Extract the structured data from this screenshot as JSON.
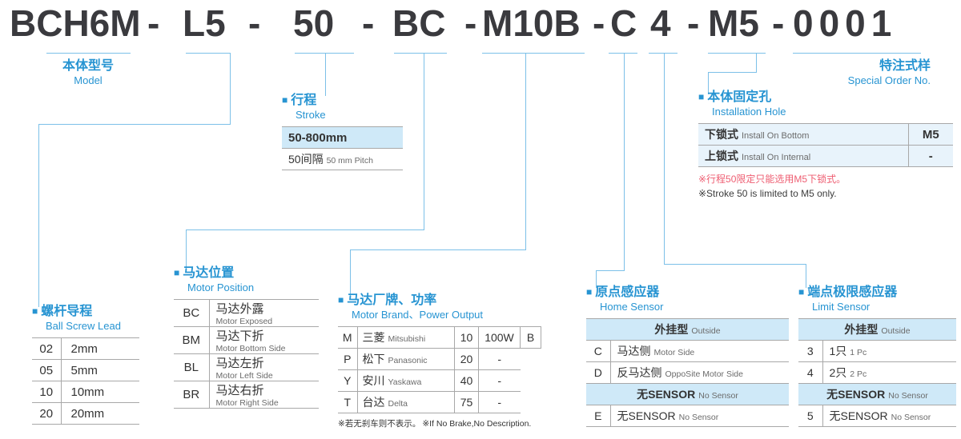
{
  "colors": {
    "accent_blue": "#2794d2",
    "table_header_bg": "#cfe9f8",
    "connector_blue": "#7cc0e8",
    "note_red": "#ee5d71",
    "text_dark": "#333333"
  },
  "icons": {
    "bullet": "■"
  },
  "model_code": {
    "segments": [
      "BCH6M",
      "-",
      "L5",
      "-",
      "50",
      "-",
      "BC",
      "-",
      "M10B",
      "-",
      "C",
      "4",
      "-",
      "M5",
      "-",
      "0001"
    ]
  },
  "sections": {
    "model": {
      "title_zh": "本体型号",
      "title_en": "Model"
    },
    "special_order": {
      "title_zh": "特注式样",
      "title_en": "Special Order No."
    },
    "stroke": {
      "title_zh": "行程",
      "title_en": "Stroke",
      "range": "50-800mm",
      "pitch_zh": "50间隔",
      "pitch_en": "50 mm Pitch"
    },
    "installation_hole": {
      "title_zh": "本体固定孔",
      "title_en": "Installation Hole",
      "rows": [
        {
          "label_zh": "下锁式",
          "label_en": "Install On Bottom",
          "value": "M5"
        },
        {
          "label_zh": "上锁式",
          "label_en": "Install On Internal",
          "value": "-"
        }
      ],
      "note_red": "※行程50限定只能选用M5下锁式。",
      "note_en": "※Stroke 50 is limited to M5 only."
    },
    "ball_screw_lead": {
      "title_zh": "螺杆导程",
      "title_en": "Ball Screw Lead",
      "rows": [
        {
          "code": "02",
          "value": "2mm"
        },
        {
          "code": "05",
          "value": "5mm"
        },
        {
          "code": "10",
          "value": "10mm"
        },
        {
          "code": "20",
          "value": "20mm"
        }
      ]
    },
    "motor_position": {
      "title_zh": "马达位置",
      "title_en": "Motor Position",
      "rows": [
        {
          "code": "BC",
          "zh": "马达外露",
          "en": "Motor Exposed"
        },
        {
          "code": "BM",
          "zh": "马达下折",
          "en": "Motor Bottom Side"
        },
        {
          "code": "BL",
          "zh": "马达左折",
          "en": "Motor Left Side"
        },
        {
          "code": "BR",
          "zh": "马达右折",
          "en": "Motor Right Side"
        }
      ]
    },
    "motor_brand": {
      "title_zh": "马达厂牌、功率",
      "title_en": "Motor Brand、Power Output",
      "rows": [
        {
          "code": "M",
          "brand_zh": "三菱",
          "brand_en": "Mitsubishi",
          "power_code": "10",
          "power": "100W"
        },
        {
          "code": "P",
          "brand_zh": "松下",
          "brand_en": "Panasonic",
          "power_code": "20",
          "power": "-"
        },
        {
          "code": "Y",
          "brand_zh": "安川",
          "brand_en": "Yaskawa",
          "power_code": "40",
          "power": "-"
        },
        {
          "code": "T",
          "brand_zh": "台达",
          "brand_en": "Delta",
          "power_code": "75",
          "power": "-"
        }
      ],
      "brake_code": "B",
      "note_zh": "※若无刹车则不表示。",
      "note_en": "※If No Brake,No Description."
    },
    "home_sensor": {
      "title_zh": "原点感应器",
      "title_en": "Home Sensor",
      "group_outside_zh": "外挂型",
      "group_outside_en": "Outside",
      "outside_rows": [
        {
          "code": "C",
          "zh": "马达侧",
          "en": "Motor Side"
        },
        {
          "code": "D",
          "zh": "反马达侧",
          "en": "OppoSite Motor Side"
        }
      ],
      "group_none_zh": "无SENSOR",
      "group_none_en": "No Sensor",
      "none_rows": [
        {
          "code": "E",
          "zh": "无SENSOR",
          "en": "No Sensor"
        }
      ]
    },
    "limit_sensor": {
      "title_zh": "端点极限感应器",
      "title_en": "Limit Sensor",
      "group_outside_zh": "外挂型",
      "group_outside_en": "Outside",
      "outside_rows": [
        {
          "code": "3",
          "zh": "1只",
          "en": "1 Pc"
        },
        {
          "code": "4",
          "zh": "2只",
          "en": "2 Pc"
        }
      ],
      "group_none_zh": "无SENSOR",
      "group_none_en": "No Sensor",
      "none_rows": [
        {
          "code": "5",
          "zh": "无SENSOR",
          "en": "No Sensor"
        }
      ]
    }
  }
}
